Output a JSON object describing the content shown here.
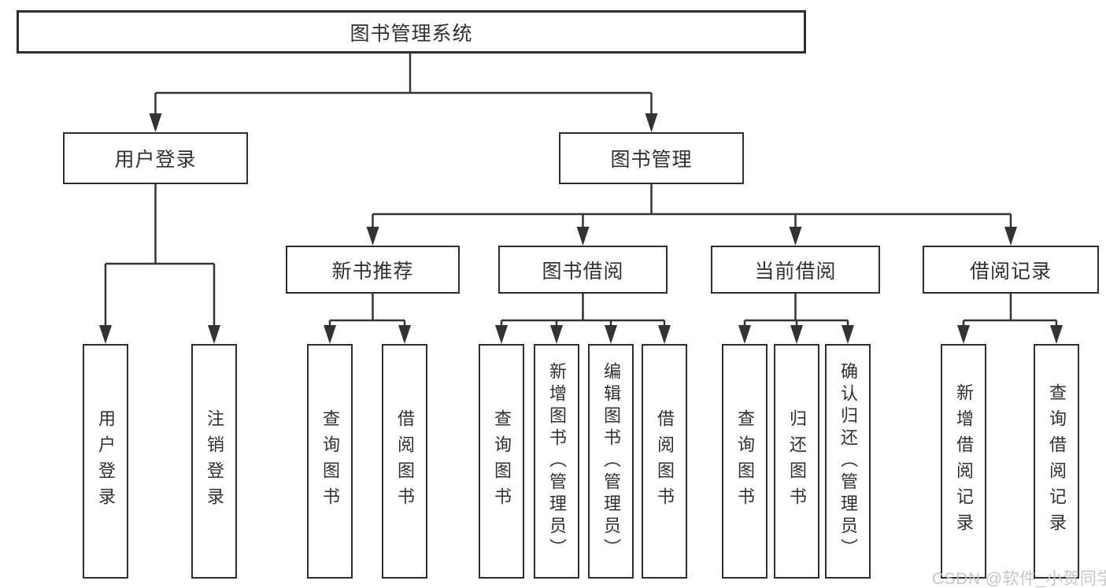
{
  "nodes": {
    "root": "图书管理系统",
    "user_login": "用户登录",
    "book_mgmt": "图书管理",
    "new_book_rec": "新书推荐",
    "book_borrow": "图书借阅",
    "current_borrow": "当前借阅",
    "borrow_records": "借阅记录",
    "leaf_login": "用户登录",
    "leaf_logout": "注销登录",
    "rec_query_books": "查询图书",
    "rec_borrow_books": "借阅图书",
    "bor_query_books": "查询图书",
    "bor_add_books": "新增图书（管理员）",
    "bor_edit_books": "编辑图书（管理员）",
    "bor_borrow_books": "借阅图书",
    "cur_query_books": "查询图书",
    "cur_return_books": "归还图书",
    "cur_confirm_return": "确认归还（管理员）",
    "recd_add_record": "新增借阅记录",
    "recd_query_record": "查询借阅记录"
  },
  "watermark": "CSDN @软件_小贺同学",
  "colors": {
    "line": "#333333",
    "border": "#2e2e2e",
    "text": "#303030",
    "background": "#ffffff",
    "watermark": "#c6c6c6"
  }
}
